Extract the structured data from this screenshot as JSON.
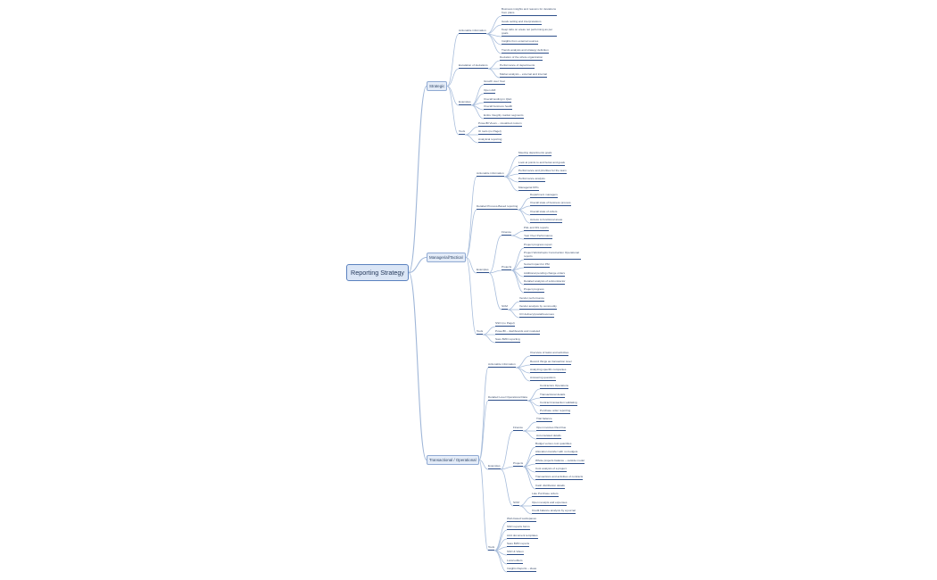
{
  "root": "Reporting Strategy",
  "branches": {
    "strategic": {
      "label": "Strategic",
      "actionable": {
        "label": "Actionable information",
        "items": [
          "Business insights and reasons for deviations from plans",
          "Goals setting and interpretations",
          "Keep tabs on areas not performing as per goals",
          "Insights from external sources",
          "Trends analysis and strategy definition"
        ]
      },
      "escalation": {
        "label": "Escalation of deviations",
        "items": [
          "Deviation of the whole organization",
          "Performance of departments",
          "Market analysis – external and internal"
        ]
      },
      "examples": {
        "label": "Examples",
        "items": [
          "Growth over Year",
          "Open ARI",
          "Overall landing in Q&A",
          "Overall business health",
          "Entire Integrity market segments"
        ]
      },
      "tools": {
        "label": "Tools",
        "items": [
          "PowerBI Views – visualized custom",
          "IC tools (no Pagel)",
          "Analytical reporting"
        ]
      }
    },
    "managerial": {
      "label": "Managerial/Tactical",
      "actionable": {
        "label": "Actionable information",
        "items": [
          "Meeting departments goals",
          "Look at points to and below and goals",
          "Performance and priorities for the team",
          "Performance analysis",
          "Managerial KPIs"
        ]
      },
      "exceptions": {
        "label": "Detailed Process-Based reporting",
        "items": [
          "Department managers",
          "Overall state of business process",
          "Overall state of orders",
          "Access to functional areas"
        ]
      },
      "examples": {
        "label": "Examples",
        "finance": {
          "label": "Finance",
          "items": [
            "P&L and IRL reports",
            "Year Over Performance"
          ]
        },
        "projects": {
          "label": "Projects",
          "items": [
            "Project progress report",
            "Project Workshopts Construction Operational reports",
            "Social Impact for PM",
            "Additional pending change orders",
            "Detailed analysis of subcontractor",
            "Project progress"
          ]
        },
        "hr": {
          "label": "SCM",
          "items": [
            "Vendor performance",
            "Vendor analysis by commodity",
            "CO delivery/postal/revenues"
          ]
        }
      },
      "tools": {
        "label": "Tools",
        "items": [
          "SSO (no Pagel)",
          "PowerBI – dashboards and modeled",
          "Sass BI/ID reporting"
        ]
      }
    },
    "transactional": {
      "label": "Transactional / Operational",
      "actionable": {
        "label": "Actionable information",
        "items": [
          "Overview of tasks and activities",
          "Record things as transaction level",
          "Analyzing specific companies",
          "Answering questions"
        ]
      },
      "detailed": {
        "label": "Detailed Level Operational Data",
        "items": [
          "Contractors Operations",
          "Transactional details",
          "Contract transaction validating",
          "Purchase order reporting"
        ]
      },
      "examples": {
        "label": "Examples",
        "finance": {
          "label": "Finance",
          "items": [
            "Trial balance",
            "Open invoices Past Due",
            "Accumulated details"
          ]
        },
        "projects": {
          "label": "Projects",
          "items": [
            "Budget versus cost quantities",
            "Allocation transfer with no budgets",
            "Whole projects balance – outside model",
            "Cost analysis of a project",
            "Transactions and activities of contracts",
            "Cash distribution details"
          ]
        },
        "scm": {
          "label": "SCM",
          "items": [
            "Late Purchase orders",
            "Open receipts and expenses",
            "Credit balance analysis by a journal"
          ]
        }
      },
      "tools": {
        "label": "Tools",
        "items": [
          "Web-based workspaces",
          "SSO reports forms",
          "AA4 document templates",
          "Sass BI/ID reports",
          "SSO & Vision",
          "Local editors",
          "Insights Reports – ideas"
        ]
      }
    }
  }
}
